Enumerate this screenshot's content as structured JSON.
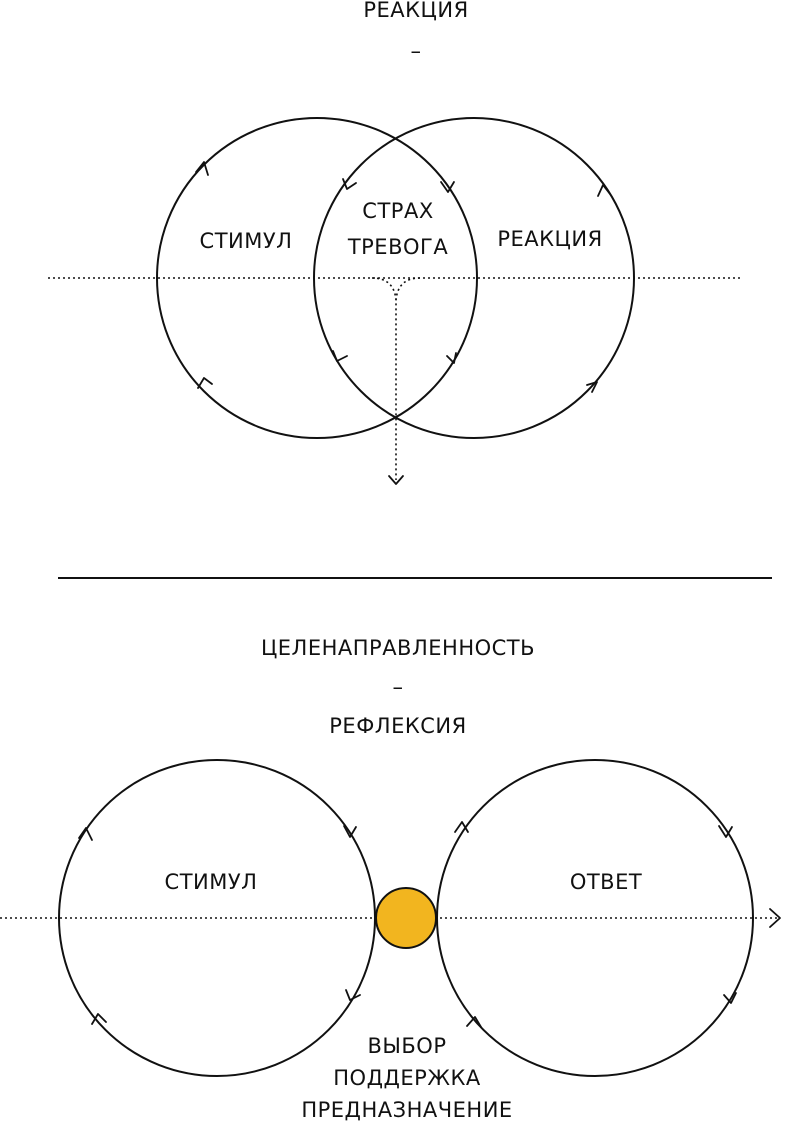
{
  "top": {
    "title": "РЕАКЦИЯ",
    "dash": "–",
    "left_circle_label": "СТИМУЛ",
    "right_circle_label": "РЕАКЦИЯ",
    "overlap_label_line1": "СТРАХ",
    "overlap_label_line2": "ТРЕВОГА"
  },
  "bottom": {
    "title": "ЦЕЛЕНАПРАВЛЕННОСТЬ",
    "dash": "–",
    "subtitle": "РЕФЛЕКСИЯ",
    "left_circle_label": "СТИМУЛ",
    "right_circle_label": "ОТВЕТ",
    "below_line1": "ВЫБОР",
    "below_line2": "ПОДДЕРЖКА",
    "below_line3": "ПРЕДНАЗНАЧЕНИЕ"
  },
  "colors": {
    "ink": "#111111",
    "accent_dot": "#F2B51F"
  }
}
